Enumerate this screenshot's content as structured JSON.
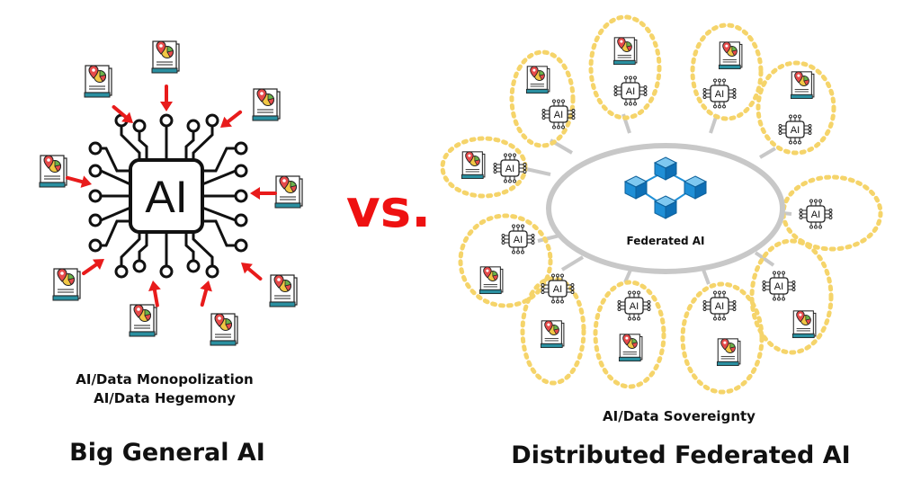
{
  "left_panel": {
    "chip_label": "AI",
    "caption_line1": "AI/Data Monopolization",
    "caption_line2": "AI/Data Hegemony",
    "title": "Big General AI"
  },
  "vs_label": "vs.",
  "right_panel": {
    "hub_label": "Federated AI",
    "node_chip_label": "AI",
    "caption": "AI/Data Sovereignty",
    "title": "Distributed Federated AI"
  },
  "colors": {
    "arrow": "#e81b1b",
    "vs": "#ee1111",
    "hub_ring": "#c8c8c8",
    "dotted_border": "#f5d46a",
    "cube_blue": "#1f8fd6",
    "doc_teal": "#2a8fa0",
    "pin_red": "#e64a4a"
  },
  "icons": {
    "document": "document-chart-icon",
    "chip": "ai-chip-icon",
    "hub": "blockchain-cubes-icon",
    "arrow": "red-arrow-icon"
  }
}
